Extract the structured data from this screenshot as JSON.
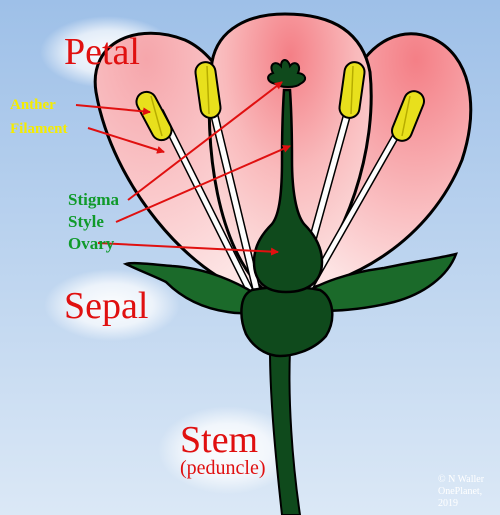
{
  "labels": {
    "petal": "Petal",
    "anther": "Anther",
    "filament": "Filament",
    "stigma": "Stigma",
    "style": "Style",
    "ovary": "Ovary",
    "sepal": "Sepal",
    "stem": "Stem",
    "peduncle": "(peduncle)"
  },
  "credit": {
    "line1": "© N Waller",
    "line2": "OnePlanet,",
    "line3": "2019"
  },
  "colors": {
    "background_top": "#9ec0e8",
    "background_bottom": "#dbe8f6",
    "petal": "#f7a1a6",
    "petal_light": "#fdebea",
    "anther": "#e8e01c",
    "pistil": "#0f4a1c",
    "sepal": "#1b6a2a",
    "label_red": "#e01010",
    "label_yellow": "#f5ec00",
    "label_green": "#0f9a2a",
    "arrow": "#e01010"
  }
}
